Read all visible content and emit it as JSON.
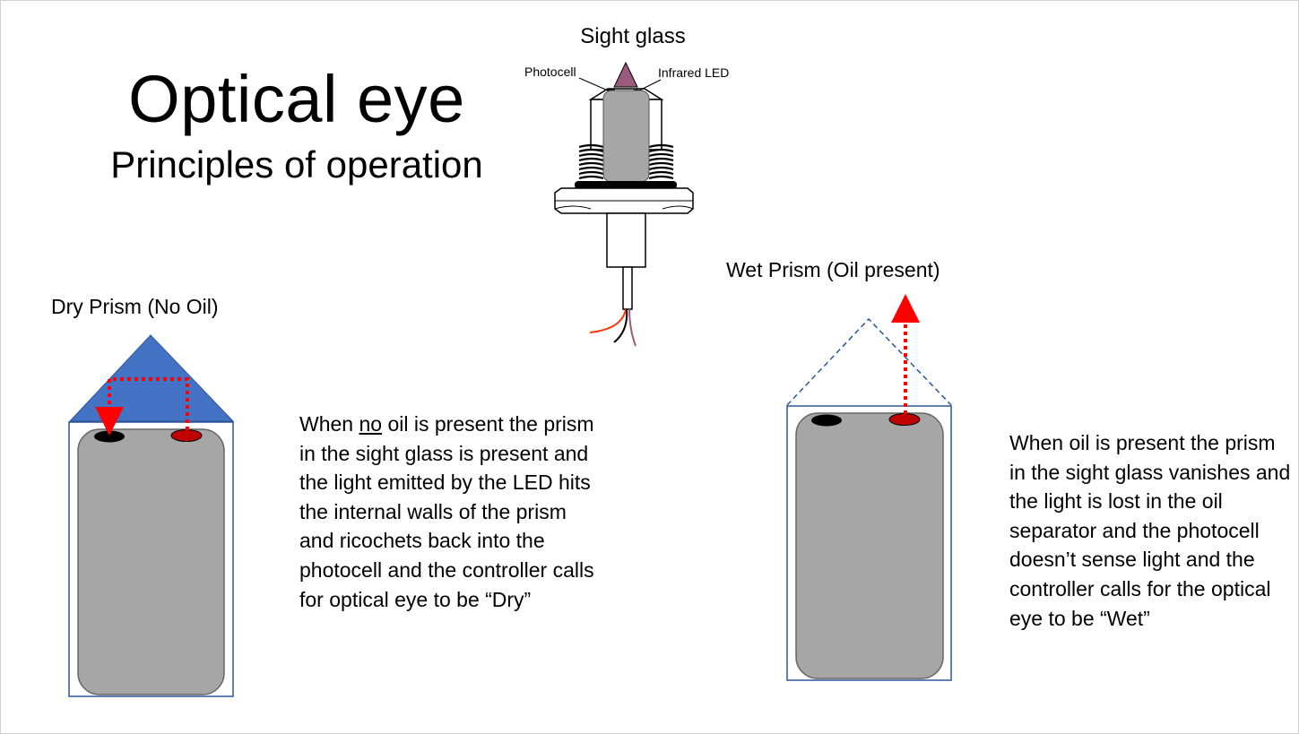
{
  "title": "Optical eye",
  "subtitle": "Principles of operation",
  "sight_glass": {
    "label": "Sight glass",
    "photocell_label": "Photocell",
    "led_label": "Infrared LED"
  },
  "dry": {
    "label": "Dry Prism (No Oil)",
    "text_before": "When ",
    "text_emphasis": "no",
    "text_after": " oil is present the prism in the sight glass is present and the light emitted by the LED hits the internal walls of the prism and ricochets back into the photocell and the controller calls for optical eye to be “Dry”"
  },
  "wet": {
    "label": "Wet Prism (Oil present)",
    "text": "When oil is present the prism in the sight glass vanishes and the light is lost in the oil separator and the photocell doesn’t sense light and the controller calls for the optical eye to be “Wet”"
  },
  "colors": {
    "prism_blue": "#4472c4",
    "outline_blue": "#2f5597",
    "body_gray": "#a6a6a6",
    "led_red": "#c00000",
    "light_red": "#ff0000",
    "prism_tip": "#9b5a7e"
  }
}
